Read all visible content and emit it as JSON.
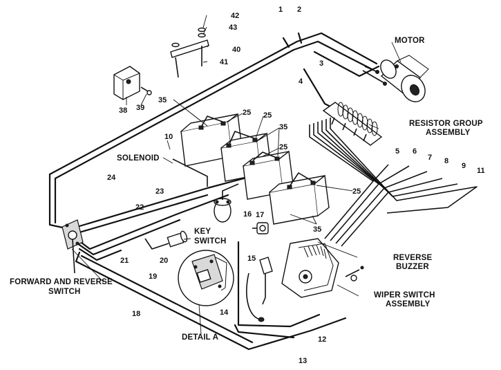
{
  "labels": {
    "motor": "MOTOR",
    "resistor_group_line1": "RESISTOR GROUP",
    "resistor_group_line2": "ASSEMBLY",
    "solenoid": "SOLENOID",
    "key_switch_line1": "KEY",
    "key_switch_line2": "SWITCH",
    "reverse_buzzer_line1": "REVERSE",
    "reverse_buzzer_line2": "BUZZER",
    "wiper_switch_line1": "WIPER SWITCH",
    "wiper_switch_line2": "ASSEMBLY",
    "forward_reverse_line1": "FORWARD AND REVERSE",
    "forward_reverse_line2": "SWITCH",
    "detail_a": "DETAIL A"
  },
  "callouts": {
    "n1": "1",
    "n2": "2",
    "n3": "3",
    "n4": "4",
    "n5": "5",
    "n6": "6",
    "n7": "7",
    "n8": "8",
    "n9": "9",
    "n10": "10",
    "n11": "11",
    "n12": "12",
    "n13": "13",
    "n14": "14",
    "n15": "15",
    "n16": "16",
    "n17": "17",
    "n18": "18",
    "n19": "19",
    "n20": "20",
    "n21": "21",
    "n22": "22",
    "n23": "23",
    "n24": "24",
    "n25": "25",
    "n35": "35",
    "n38": "38",
    "n39": "39",
    "n40": "40",
    "n41": "41",
    "n42": "42",
    "n43": "43"
  }
}
